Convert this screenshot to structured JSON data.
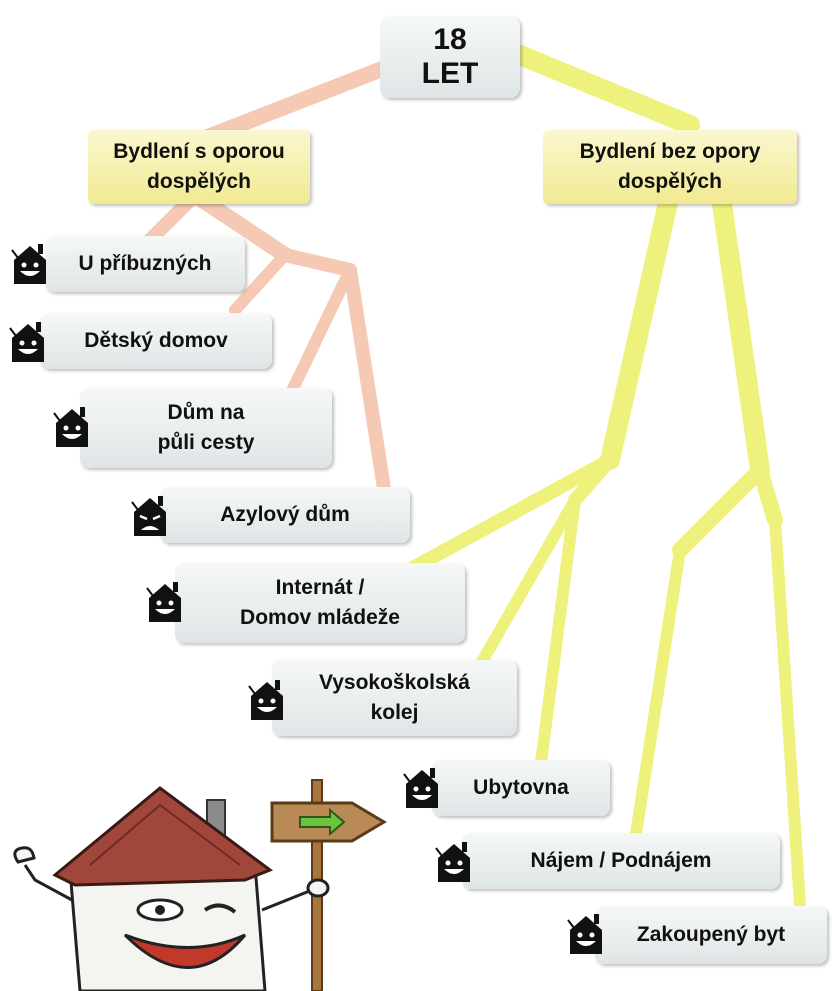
{
  "root": {
    "label": "18\nLET"
  },
  "categories": [
    {
      "label": "Bydlení s oporou\ndospělých"
    },
    {
      "label": "Bydlení bez opory\ndospělých"
    }
  ],
  "supported": [
    {
      "label": "U příbuzných",
      "icon": "house-smile-icon"
    },
    {
      "label": "Dětský domov",
      "icon": "house-smile-icon"
    },
    {
      "label": "Dům na\npůli cesty",
      "icon": "house-smile-icon"
    },
    {
      "label": "Azylový dům",
      "icon": "house-sad-icon"
    }
  ],
  "unsupported": [
    {
      "label": "Internát /\nDomov mládeže",
      "icon": "house-smile-icon"
    },
    {
      "label": "Vysokoškolská\nkolej",
      "icon": "house-smile-icon"
    },
    {
      "label": "Ubytovna",
      "icon": "house-smile-icon"
    },
    {
      "label": "Nájem / Podnájem",
      "icon": "house-smile-icon"
    },
    {
      "label": "Zakoupený byt",
      "icon": "house-smile-icon"
    }
  ],
  "colors": {
    "supported_branch": "#f6c9b4",
    "unsupported_branch": "#eef27c",
    "category_fill": "#f5eea5",
    "icon_fill": "#111111"
  },
  "illustration": {
    "mascot": "smiling-house-mascot-with-signpost",
    "sign": "arrow-signpost-icon"
  }
}
